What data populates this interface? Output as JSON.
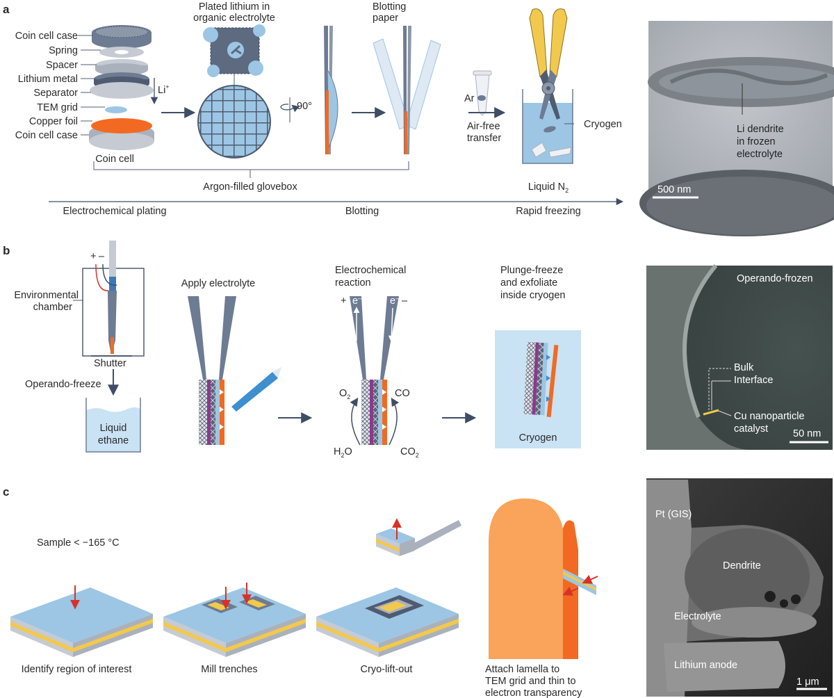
{
  "colors": {
    "blue": "#9cc6e4",
    "light_blue": "#c9e2f4",
    "slate": "#6d7b93",
    "dark_slate": "#4f5b70",
    "orange": "#f26a21",
    "purple": "#8b3a8b",
    "yellow": "#f2c94c",
    "arrow": "#3f4e66",
    "red": "#d6322b",
    "peach": "#f9a35b"
  },
  "panel_a": {
    "label": "a",
    "coin_cell_parts": [
      "Coin cell case",
      "Spring",
      "Spacer",
      "Lithium metal",
      "Separator",
      "TEM grid",
      "Copper foil",
      "Coin cell case"
    ],
    "li_ion": "Li",
    "li_sup": "+",
    "coin_cell": "Coin cell",
    "plated_1": "Plated lithium in",
    "plated_2": "organic electrolyte",
    "rotation": "90°",
    "blotting_1": "Blotting",
    "blotting_2": "paper",
    "ar": "Ar",
    "airfree_1": "Air-free",
    "airfree_2": "transfer",
    "cryogen": "Cryogen",
    "glovebox": "Argon-filled glovebox",
    "liquid_n2": "Liquid N",
    "n2_sub": "2",
    "steps": [
      "Electrochemical plating",
      "Blotting",
      "Rapid freezing"
    ],
    "mic_1": "Li dendrite",
    "mic_2": "in frozen",
    "mic_3": "electrolyte",
    "scale": "500 nm"
  },
  "panel_b": {
    "label": "b",
    "plus": "+",
    "minus": "–",
    "env_1": "Environmental",
    "env_2": "chamber",
    "shutter": "Shutter",
    "operando_freeze": "Operando-freeze",
    "liquid_1": "Liquid",
    "liquid_2": "ethane",
    "apply": "Apply electrolyte",
    "echem_1": "Electrochemical",
    "echem_2": "reaction",
    "electron": "e",
    "e_sup": "–",
    "o2": "O",
    "co": "CO",
    "h2o_h": "H",
    "h2o_o": "O",
    "co2": "CO",
    "sub2": "2",
    "plunge_1": "Plunge-freeze",
    "plunge_2": "and exfoliate",
    "plunge_3": "inside cryogen",
    "cryogen": "Cryogen",
    "mic_title": "Operando-frozen",
    "bulk": "Bulk",
    "interface": "Interface",
    "cu_1": "Cu nanoparticle",
    "cu_2": "catalyst",
    "scale": "50 nm"
  },
  "panel_c": {
    "label": "c",
    "sample": "Sample < −165 °C",
    "steps": [
      "Identify region of interest",
      "Mill trenches",
      "Cryo-lift-out"
    ],
    "attach_1": "Attach lamella to",
    "attach_2": "TEM grid and thin to",
    "attach_3": "electron transparency",
    "mic_labels": [
      "Pt (GIS)",
      "Dendrite",
      "Electrolyte",
      "Lithium anode"
    ],
    "scale": "1 μm"
  }
}
